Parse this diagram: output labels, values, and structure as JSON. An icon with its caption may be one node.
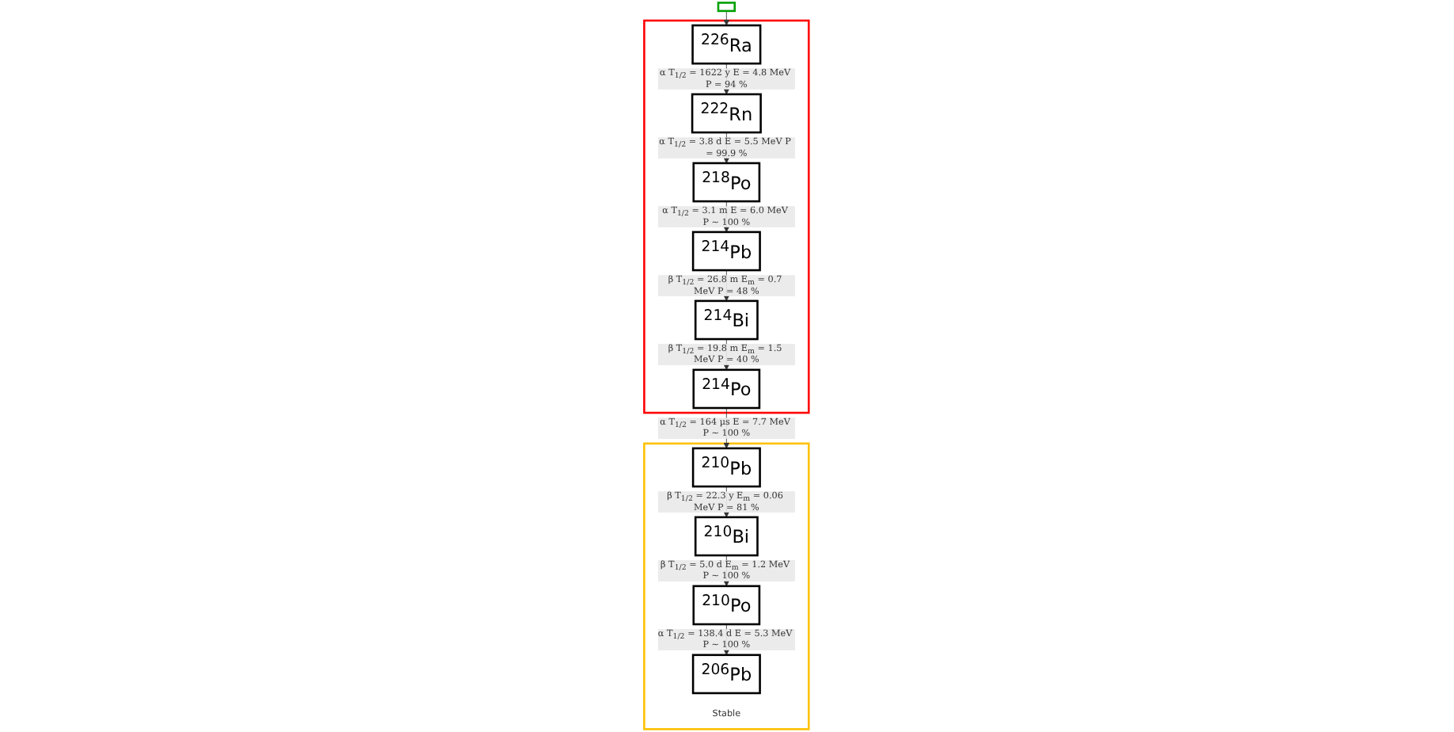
{
  "diagram": {
    "nodes": [
      {
        "text": [],
        "shape": "box"
      },
      {
        "text": [],
        "shape": "box"
      },
      {
        "text": [
          "$^{226}$Ra"
        ],
        "in": 1
      },
      {
        "text": [
          "$^{222}$Rn"
        ],
        "in": 1
      },
      {
        "text": [
          "$^{218}$Po"
        ],
        "in": 1
      },
      {
        "text": [
          "$^{214}$Pb"
        ],
        "in": 1
      },
      {
        "text": [
          "$^{214}$Bi"
        ],
        "in": 1
      },
      {
        "text": [
          "$^{214}$Po"
        ],
        "in": 1
      },
      {
        "text": [],
        "shape": "box"
      },
      {
        "text": [
          "$^{210}$Pb"
        ],
        "in": 8
      },
      {
        "text": [
          "$^{210}$Bi"
        ],
        "in": 8
      },
      {
        "text": [
          "$^{210}$Po"
        ],
        "in": 8
      },
      {
        "text": [
          "$^{206}$Pb"
        ],
        "in": 8,
        "beside": [
          "Stable"
        ]
      }
    ],
    "edges": [
      {
        "from": 0,
        "to": 2,
        "arrow": "to"
      },
      {
        "from": 2,
        "to": 3,
        "arrow": "to",
        "label": "α T$_{1/2}$ = 1622 y E = 4.8 MeV P = 94 %"
      },
      {
        "from": 3,
        "to": 4,
        "arrow": "to",
        "label": "α T$_{1/2}$ = 3.8 d E = 5.5 MeV P = 99.9 %"
      },
      {
        "from": 4,
        "to": 5,
        "arrow": "to",
        "label": "α T$_{1/2}$ = 3.1 m E = 6.0 MeV P ~ 100 %"
      },
      {
        "from": 5,
        "to": 6,
        "arrow": "to",
        "label": "β T$_{1/2}$ = 26.8 m E$_{m}$ = 0.7 MeV P = 48 %"
      },
      {
        "from": 6,
        "to": 7,
        "arrow": "to",
        "label": "β T$_{1/2}$ = 19.8 m E$_{m}$ = 1.5 MeV P = 40 %"
      },
      {
        "from": 7,
        "to": 9,
        "arrow": "to",
        "label": "α T$_{1/2}$ = 164 µs E = 7.7 MeV P ~ 100 %"
      },
      {
        "from": 9,
        "to": 10,
        "arrow": "to",
        "label": "β T$_{1/2}$ = 22.3 y E$_{m}$ = 0.06 MeV P = 81 %"
      },
      {
        "from": 10,
        "to": 11,
        "arrow": "to",
        "label": "β T$_{1/2}$ = 5.0 d E$_{m}$ = 1.2 MeV P ~ 100 %"
      },
      {
        "from": 11,
        "to": 12,
        "arrow": "to",
        "label": "α T$_{1/2}$ = 138.4 d E = 5.3 MeV P ~ 100 %"
      }
    ]
  }
}
